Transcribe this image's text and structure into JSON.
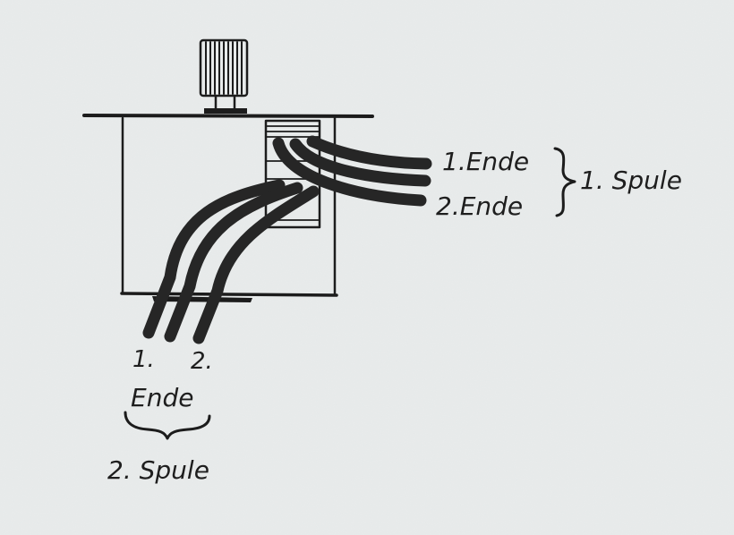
{
  "labels": {
    "coil1_end1": "1.Ende",
    "coil1_end2": "2.Ende",
    "coil1_name": "1. Spule",
    "coil2_end1": "1.",
    "coil2_end2": "2.",
    "coil2_ende": "Ende",
    "coil2_name": "2. Spule"
  },
  "colors": {
    "paper": "#e9ecec",
    "ink": "#1c1c1c",
    "wire": "#262626"
  }
}
